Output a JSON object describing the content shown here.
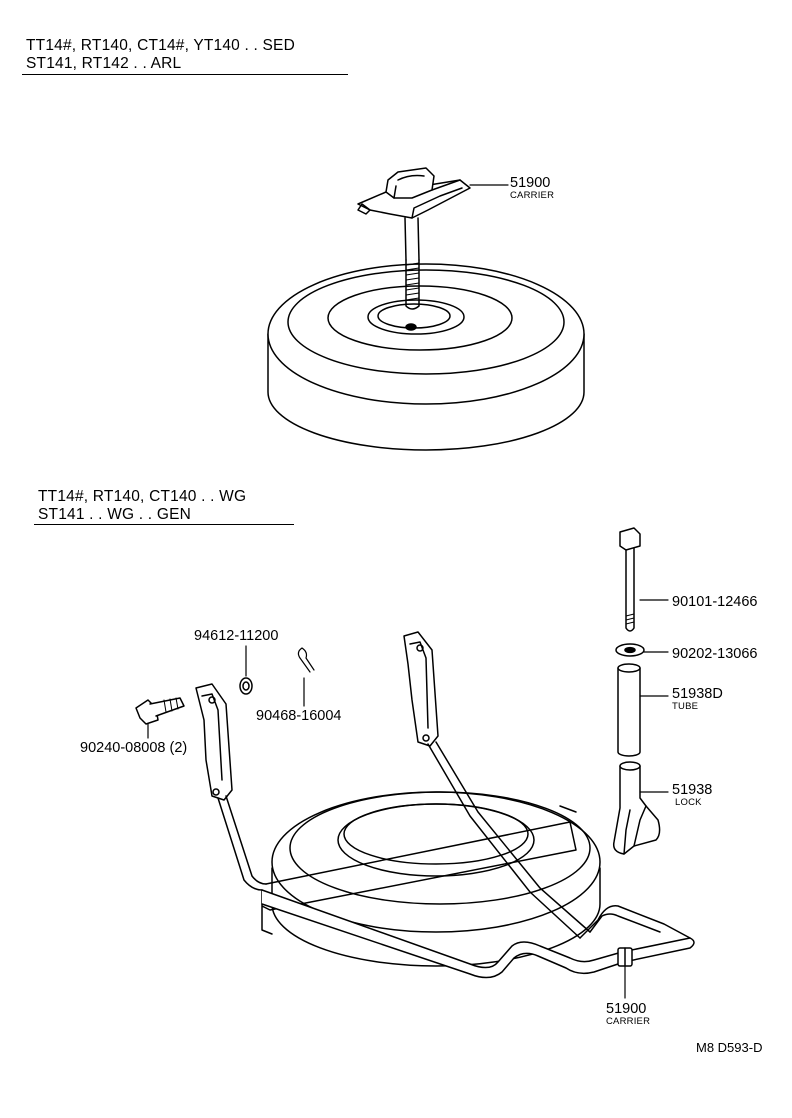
{
  "sections": [
    {
      "line1": "TT14#, RT140, CT14#, YT140 . . SED",
      "line2": "ST141, RT142 . . ARL"
    },
    {
      "line1": "TT14#, RT140, CT140 . . WG",
      "line2": "ST141 . . WG . . GEN"
    }
  ],
  "callouts": {
    "carrier_top": {
      "part": "51900",
      "name": "CARRIER"
    },
    "bolt_long": {
      "part": "90101-12466"
    },
    "washer": {
      "part": "90202-13066"
    },
    "tube": {
      "part": "51938D",
      "name": "TUBE"
    },
    "lock": {
      "part": "51938",
      "name": "LOCK"
    },
    "nut": {
      "part": "94612-11200"
    },
    "pin": {
      "part": "90468-16004"
    },
    "bolt_short": {
      "part": "90240-08008 (2)"
    },
    "carrier_bottom": {
      "part": "51900",
      "name": "CARRIER"
    }
  },
  "figure_code": "M8 D593-D"
}
